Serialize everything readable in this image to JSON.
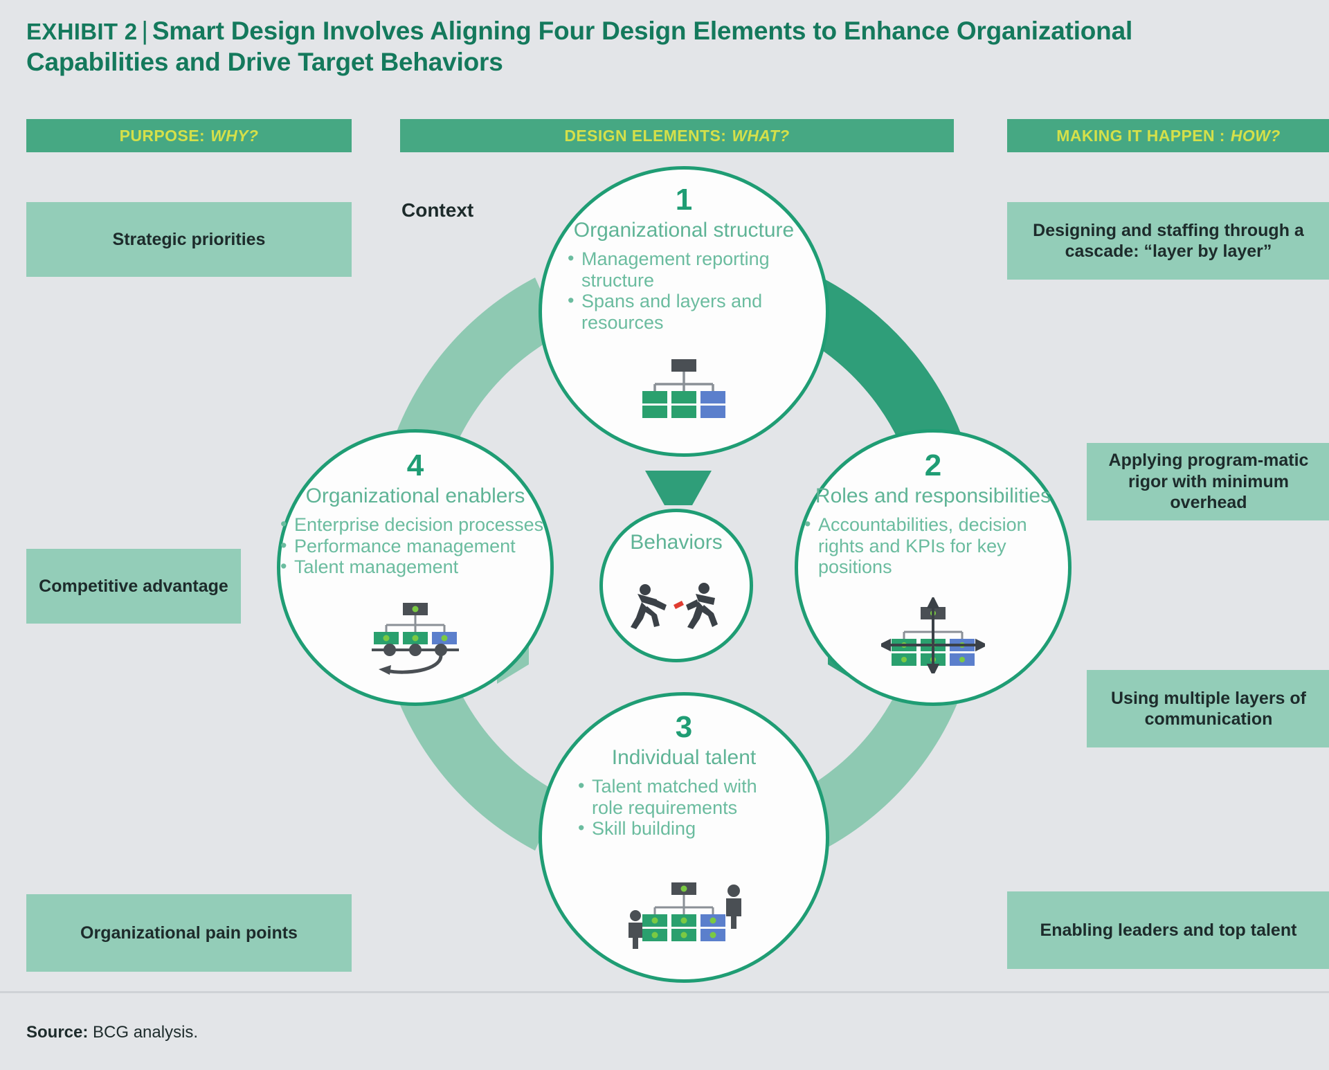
{
  "title": {
    "exhibit": "EXHIBIT 2",
    "divider": "|",
    "headline": "Smart Design Involves Aligning Four Design Elements to Enhance Organizational Capabilities and Drive Target Behaviors"
  },
  "headers": {
    "purpose": {
      "label": "PURPOSE:",
      "emphasis": "WHY?"
    },
    "design": {
      "label": "DESIGN ELEMENTS:",
      "emphasis": "WHAT?"
    },
    "making": {
      "label": "MAKING IT HAPPEN :",
      "emphasis": "HOW?"
    }
  },
  "context_label": "Context",
  "left_boxes": [
    {
      "text": "Strategic priorities"
    },
    {
      "text": "Competitive advantage"
    },
    {
      "text": "Organizational pain points"
    }
  ],
  "right_boxes": [
    {
      "text": "Designing and staffing through a cascade: “layer by layer”"
    },
    {
      "text": "Applying program-matic rigor with minimum overhead"
    },
    {
      "text": "Using multiple layers of communication"
    },
    {
      "text": "Enabling leaders and top talent"
    }
  ],
  "center": {
    "title": "Behaviors",
    "icon": "relay-runners-icon"
  },
  "elements": [
    {
      "number": "1",
      "title": "Organizational structure",
      "bullets": [
        "Management reporting structure",
        "Spans and layers and resources"
      ],
      "icon": "org-chart-icon"
    },
    {
      "number": "2",
      "title": "Roles and responsibilities",
      "bullets": [
        "Accountabilities, decision rights and KPIs for key positions"
      ],
      "icon": "org-chart-arrows-icon"
    },
    {
      "number": "3",
      "title": "Individual talent",
      "bullets": [
        "Talent matched with role requirements",
        "Skill building"
      ],
      "icon": "org-chart-people-icon"
    },
    {
      "number": "4",
      "title": "Organizational enablers",
      "bullets": [
        "Enterprise decision processes",
        "Performance management",
        "Talent management"
      ],
      "icon": "org-chart-loop-icon"
    }
  ],
  "source": {
    "label": "Source:",
    "text": "BCG analysis."
  },
  "colors": {
    "background": "#e3e5e8",
    "title_green": "#14795c",
    "header_bar": "#46a883",
    "header_text": "#d4e04a",
    "side_box": "#93cdb8",
    "circle_border": "#1f9d74",
    "circle_text": "#5fb496",
    "arrow_dark": "#2f9e79",
    "arrow_light": "#8ec9b2",
    "icon_green": "#2aa06e",
    "icon_blue": "#5b7fcc",
    "icon_gray": "#4a4f54",
    "baton_red": "#e03c31"
  }
}
